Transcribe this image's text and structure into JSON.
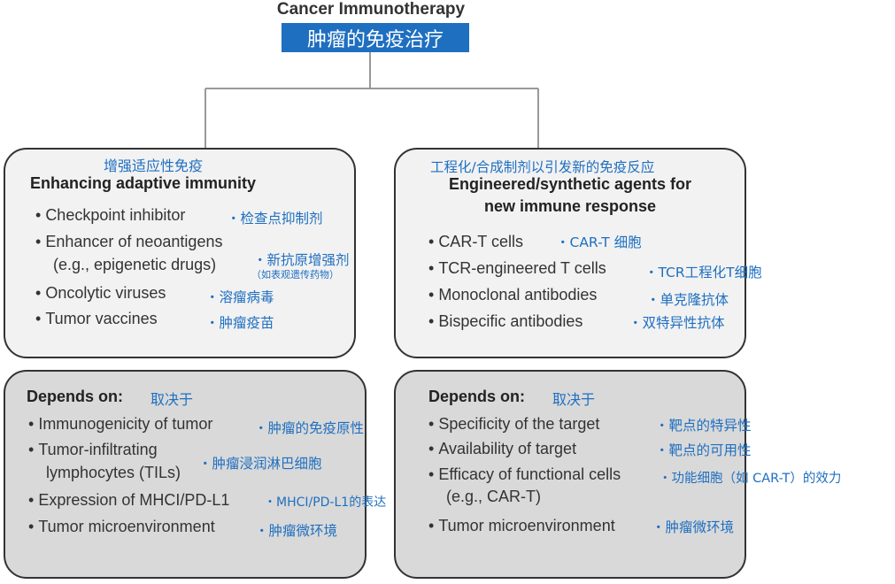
{
  "title": {
    "en": "Cancer Immunotherapy",
    "cn": "肿瘤的免疫治疗"
  },
  "left_top": {
    "cn_title": "增强适应性免疫",
    "title": "Enhancing adaptive immunity",
    "items": [
      {
        "en": "Checkpoint inhibitor",
        "cn": "・检查点抑制剂"
      },
      {
        "en_line1": "Enhancer of neoantigens",
        "en_line2": "(e.g., epigenetic drugs)",
        "cn": "・新抗原增强剂",
        "cn_note": "（如表观遗传药物）"
      },
      {
        "en": "Oncolytic viruses",
        "cn": "・溶瘤病毒"
      },
      {
        "en": "Tumor vaccines",
        "cn": "・肿瘤疫苗"
      }
    ]
  },
  "right_top": {
    "cn_title": "工程化/合成制剂以引发新的免疫反应",
    "title_line1": "Engineered/synthetic agents for",
    "title_line2": "new immune response",
    "items": [
      {
        "en": "CAR-T cells",
        "cn": "・CAR-T 细胞"
      },
      {
        "en": "TCR-engineered T cells",
        "cn": "・TCR工程化T细胞"
      },
      {
        "en": "Monoclonal antibodies",
        "cn": "・单克隆抗体"
      },
      {
        "en": "Bispecific antibodies",
        "cn": "・双特异性抗体"
      }
    ]
  },
  "left_bottom": {
    "header": "Depends on:",
    "header_cn": "取决于",
    "items": [
      {
        "en": "Immunogenicity of tumor",
        "cn": "・肿瘤的免疫原性"
      },
      {
        "en_line1": "Tumor-infiltrating",
        "en_line2": "lymphocytes (TILs)",
        "cn": "・肿瘤浸润淋巴细胞"
      },
      {
        "en": "Expression of MHCI/PD-L1",
        "cn": "・MHCI/PD-L1的表达"
      },
      {
        "en": "Tumor microenvironment",
        "cn": "・肿瘤微环境"
      }
    ]
  },
  "right_bottom": {
    "header": "Depends on:",
    "header_cn": "取决于",
    "items": [
      {
        "en": "Specificity of the target",
        "cn": "・靶点的特异性"
      },
      {
        "en": "Availability of target",
        "cn": "・靶点的可用性"
      },
      {
        "en_line1": "Efficacy of functional cells",
        "en_line2": "(e.g., CAR-T)",
        "cn": "・功能细胞（如 CAR-T）的效力"
      },
      {
        "en": "Tumor microenvironment",
        "cn": "・肿瘤微环境"
      }
    ]
  },
  "colors": {
    "accent_blue": "#1f6fc0",
    "box_light": "#f2f2f2",
    "box_dark": "#d9d9d9",
    "text": "#333333"
  }
}
